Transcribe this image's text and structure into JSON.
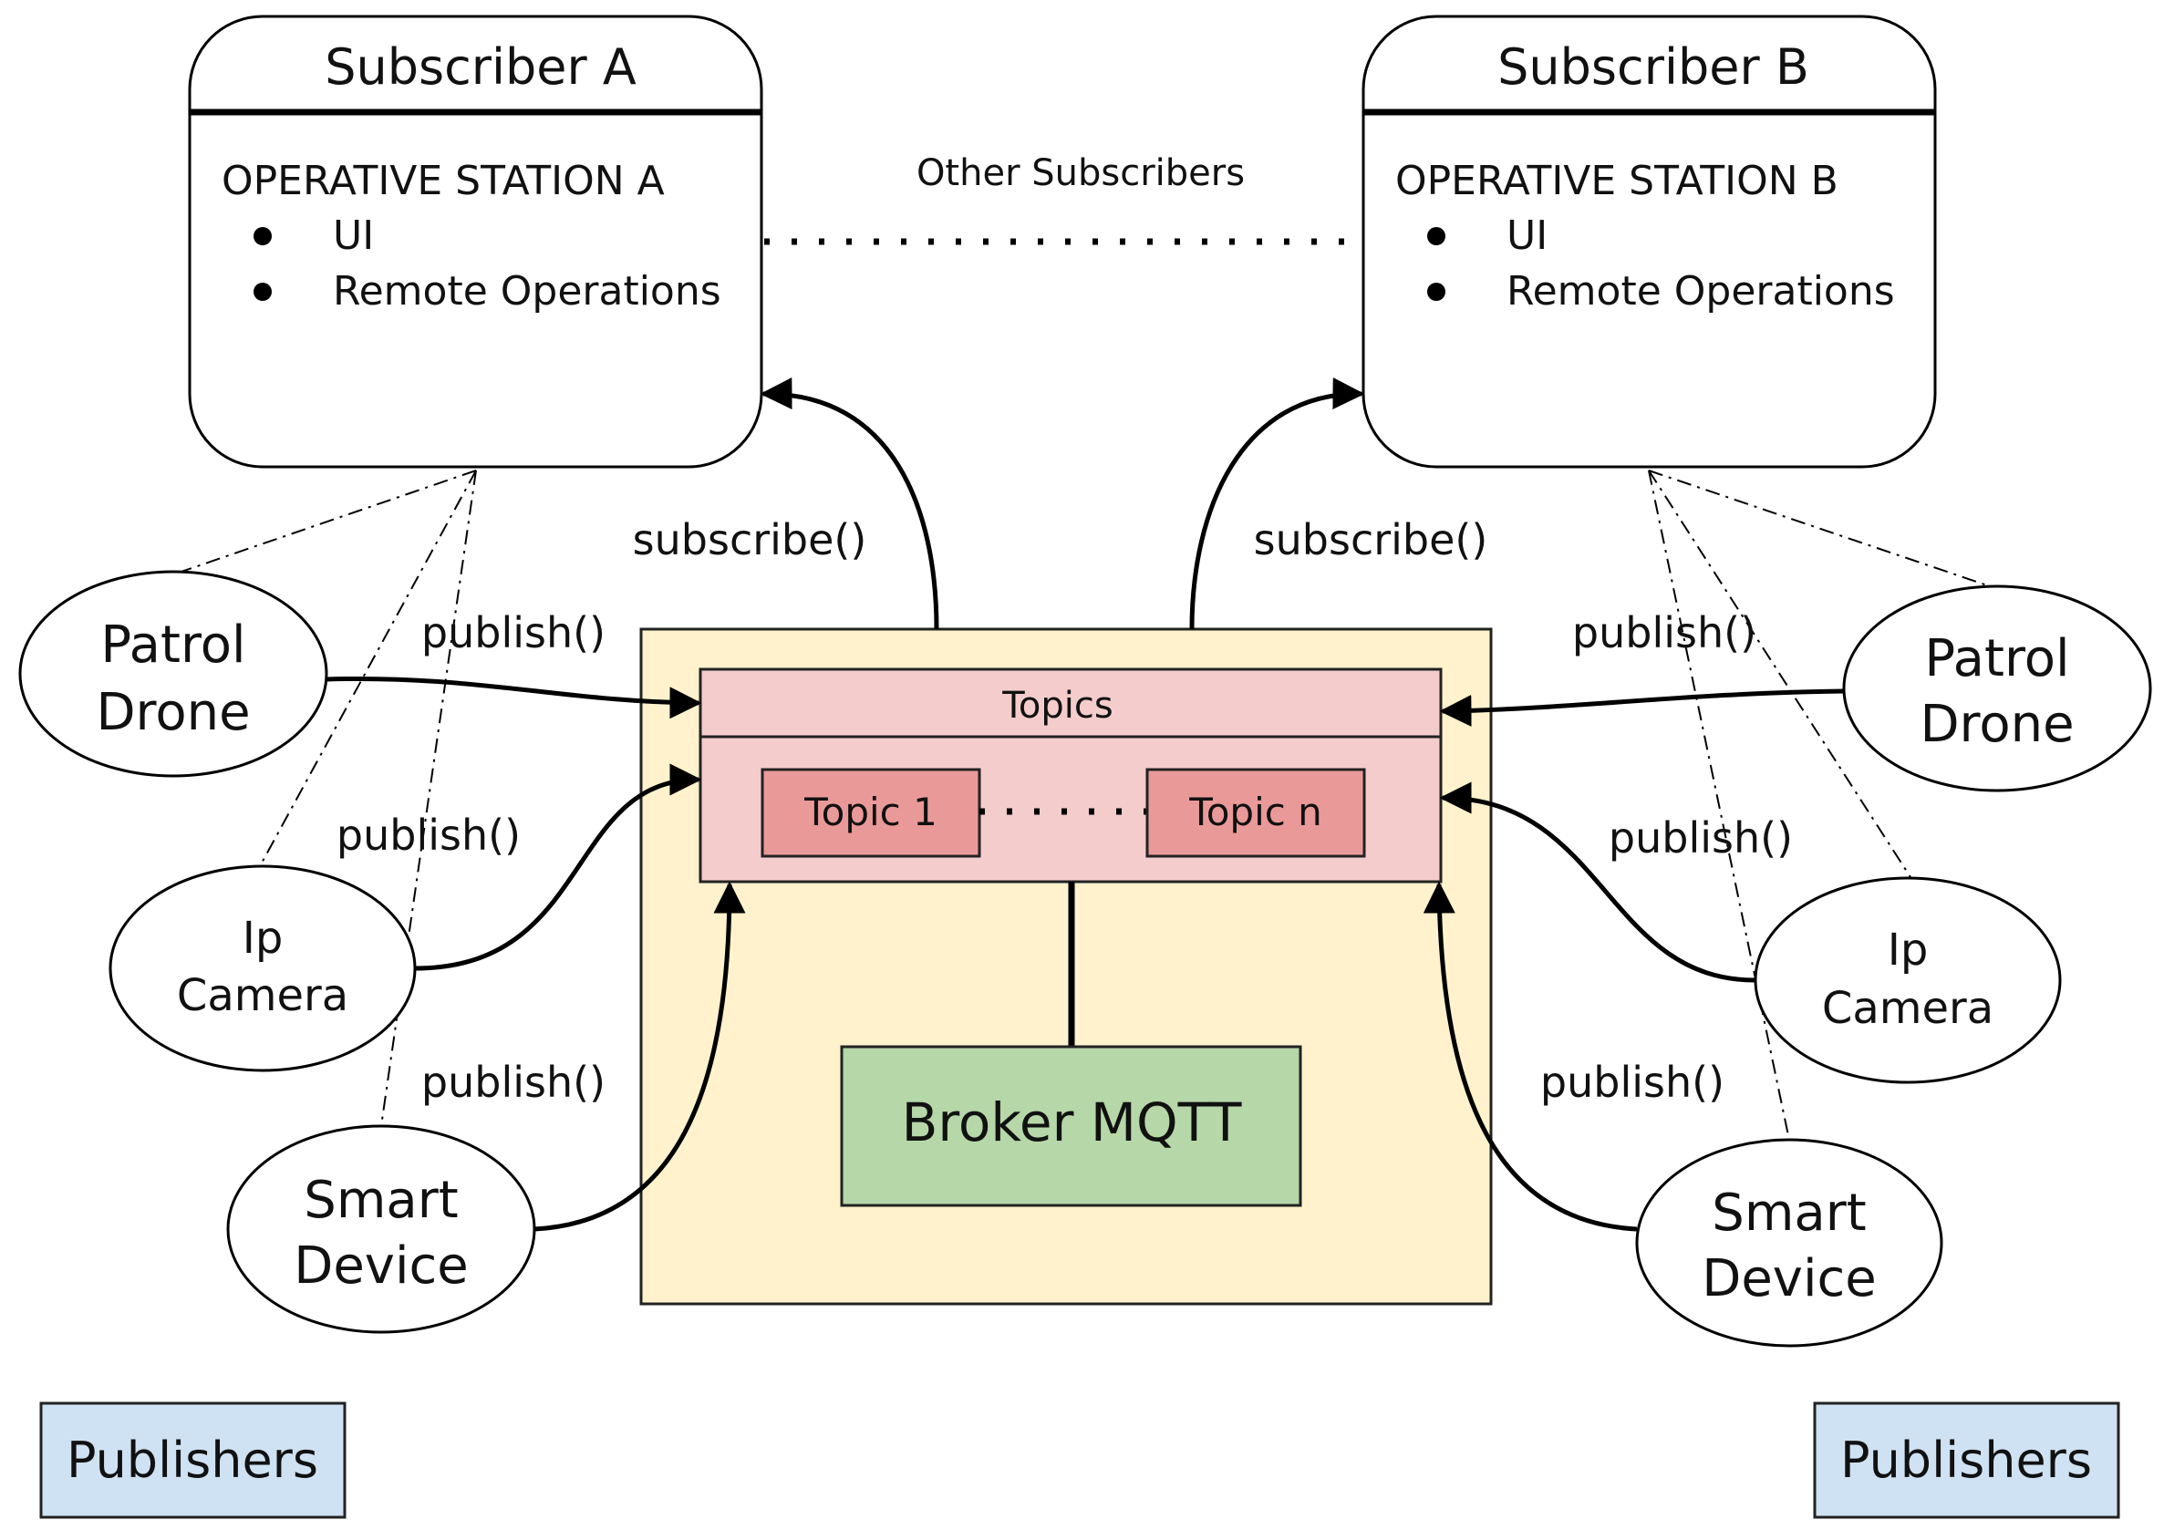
{
  "subscribers": [
    {
      "title": "Subscriber A",
      "station": "OPERATIVE STATION A",
      "items": [
        "UI",
        "Remote Operations"
      ]
    },
    {
      "title": "Subscriber B",
      "station": "OPERATIVE STATION B",
      "items": [
        "UI",
        "Remote Operations"
      ]
    }
  ],
  "other_subscribers_label": "Other Subscribers",
  "broker": {
    "topics_header": "Topics",
    "topic_first": "Topic 1",
    "topic_last": "Topic n",
    "broker_label": "Broker MQTT"
  },
  "calls": {
    "subscribe": "subscribe()",
    "publish": "publish()"
  },
  "publishers_left": {
    "drone": [
      "Patrol",
      "Drone"
    ],
    "camera": [
      "Ip",
      "Camera"
    ],
    "device": [
      "Smart",
      "Device"
    ]
  },
  "publishers_right": {
    "drone": [
      "Patrol",
      "Drone"
    ],
    "camera": [
      "Ip",
      "Camera"
    ],
    "device": [
      "Smart",
      "Device"
    ]
  },
  "publishers_label": "Publishers",
  "colors": {
    "broker_bg": "#fff2cc",
    "topics_bg": "#f4cccc",
    "topic_bg": "#ea9999",
    "broker_box": "#b6d7a8",
    "publishers_bg": "#cfe2f3"
  }
}
